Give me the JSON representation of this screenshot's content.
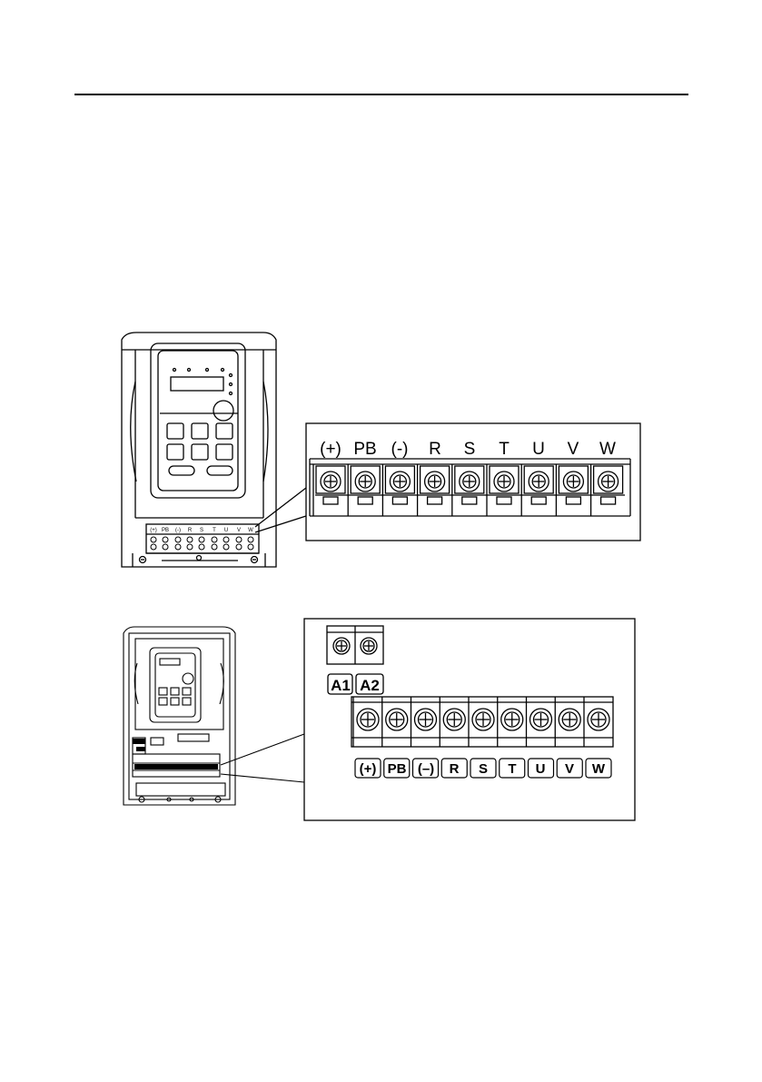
{
  "figure1": {
    "terminals": [
      "(+)",
      "PB",
      "(-)",
      "R",
      "S",
      "T",
      "U",
      "V",
      "W"
    ]
  },
  "figure2": {
    "aux_terminals": [
      "A1",
      "A2"
    ],
    "terminals": [
      "(+)",
      "PB",
      "(–)",
      "R",
      "S",
      "T",
      "U",
      "V",
      "W"
    ]
  }
}
